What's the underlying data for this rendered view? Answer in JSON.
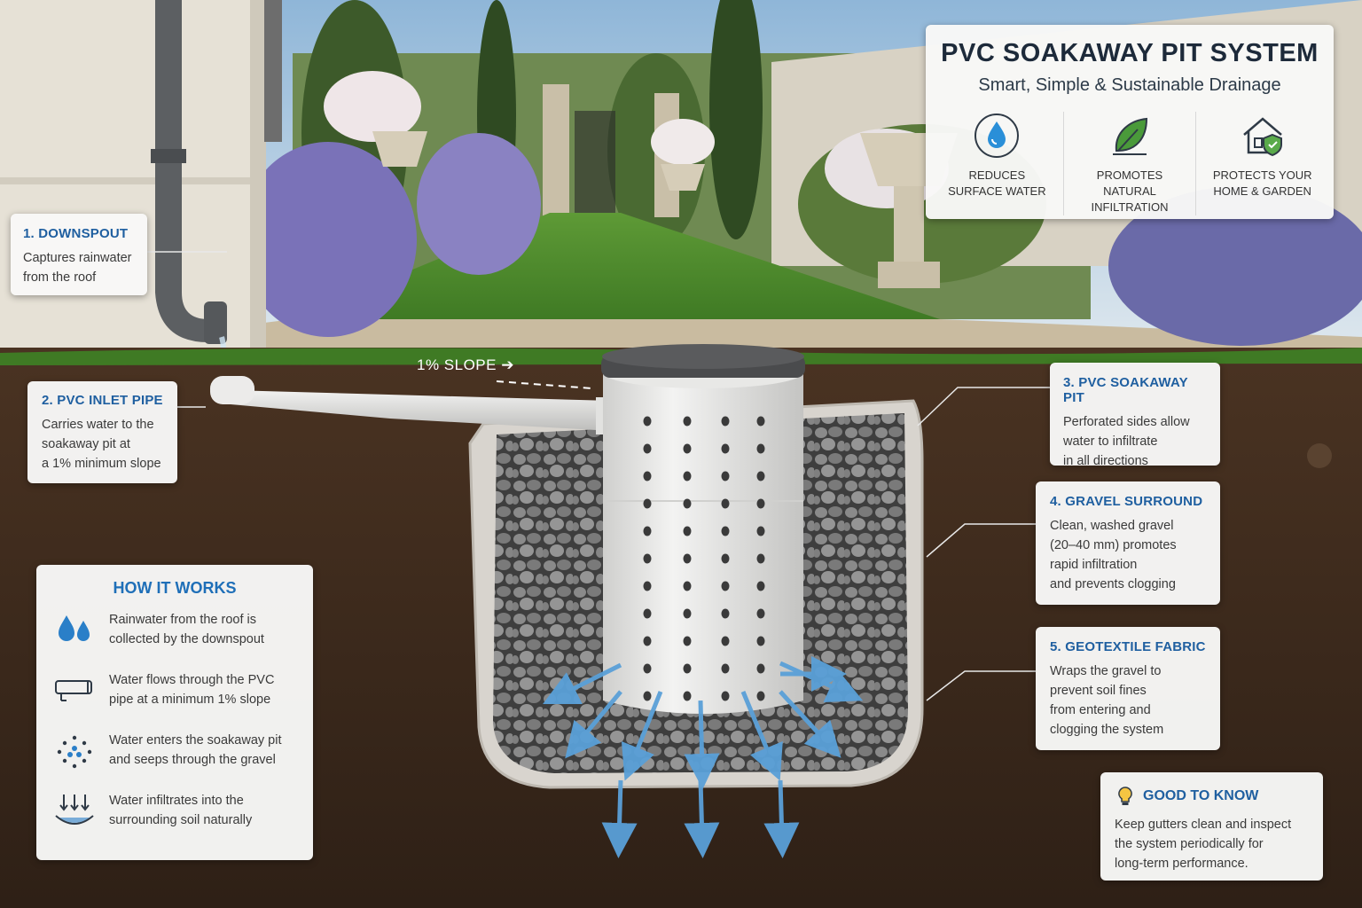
{
  "header": {
    "title": "PVC SOAKAWAY PIT SYSTEM",
    "subtitle": "Smart, Simple & Sustainable Drainage",
    "features": [
      {
        "icon": "water-drop-icon",
        "line1": "REDUCES",
        "line2": "SURFACE WATER"
      },
      {
        "icon": "leaf-icon",
        "line1": "PROMOTES",
        "line2": "NATURAL INFILTRATION"
      },
      {
        "icon": "house-shield-icon",
        "line1": "PROTECTS YOUR",
        "line2": "HOME & GARDEN"
      }
    ]
  },
  "slope_label": "1% SLOPE",
  "callouts": [
    {
      "title": "1. DOWNSPOUT",
      "lines": [
        "Captures rainwater",
        "from the roof"
      ]
    },
    {
      "title": "2. PVC INLET PIPE",
      "lines": [
        "Carries water to the",
        "soakaway pit at",
        "a 1% minimum slope"
      ]
    },
    {
      "title": "3. PVC SOAKAWAY PIT",
      "lines": [
        "Perforated sides allow",
        "water to infiltrate",
        "in all directions"
      ]
    },
    {
      "title": "4. GRAVEL SURROUND",
      "lines": [
        "Clean, washed gravel",
        "(20–40 mm) promotes",
        "rapid infiltration",
        "and prevents clogging"
      ]
    },
    {
      "title": "5. GEOTEXTILE FABRIC",
      "lines": [
        "Wraps the gravel to",
        "prevent soil fines",
        "from entering and",
        "clogging the system"
      ]
    }
  ],
  "how_it_works": {
    "title": "HOW IT WORKS",
    "steps": [
      {
        "icon": "water-drops-icon",
        "lines": [
          "Rainwater from the roof is",
          "collected by the downspout"
        ]
      },
      {
        "icon": "pipe-icon",
        "lines": [
          "Water flows through the PVC",
          "pipe at a minimum 1% slope"
        ]
      },
      {
        "icon": "dispersion-icon",
        "lines": [
          "Water enters the soakaway pit",
          "and seeps through the gravel"
        ]
      },
      {
        "icon": "infiltration-icon",
        "lines": [
          "Water infiltrates into the",
          "surrounding soil naturally"
        ]
      }
    ]
  },
  "good_to_know": {
    "title": "GOOD TO KNOW",
    "lines": [
      "Keep gutters clean and inspect",
      "the system periodically for",
      "long-term performance."
    ]
  },
  "colors": {
    "accent": "#1f5fa0",
    "soil": "#3b2a1c",
    "grass": "#4a8a2c",
    "water": "#6aaee0",
    "pvc": "#e6e6e4"
  }
}
